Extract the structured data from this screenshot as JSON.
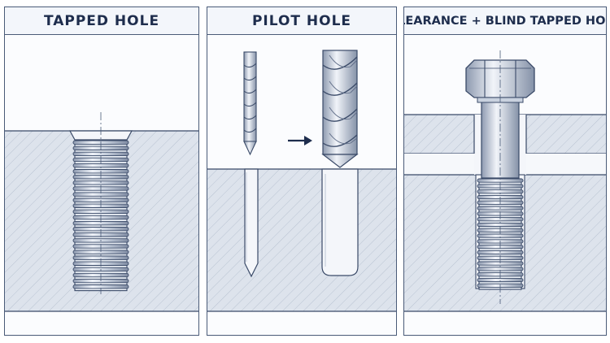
{
  "panels": [
    {
      "title": "TAPPED HOLE"
    },
    {
      "title": "PILOT HOLE"
    },
    {
      "title": "CLEARANCE + BLIND TAPPED HOLE"
    }
  ],
  "colors": {
    "line": "#3a4a68",
    "header_text": "#1e2d4d",
    "material": "#dde3ec",
    "hatch": "#b4bfcf",
    "steel_light": "#f1f4f9",
    "steel_mid": "#c9d2df",
    "steel_dark": "#8592a8"
  },
  "icons": [
    "arrow-right-icon",
    "drill-bit-icon",
    "hex-bolt-icon"
  ]
}
